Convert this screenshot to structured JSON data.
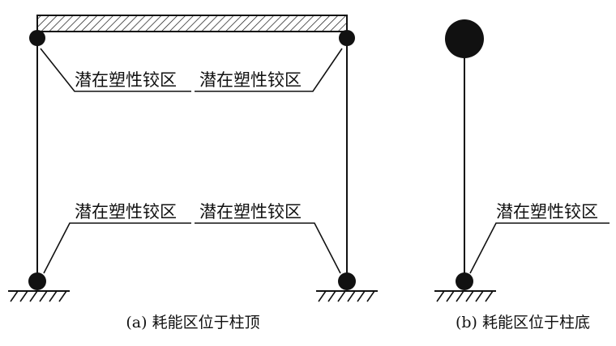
{
  "labels": {
    "frame_top_left": "潜在塑性铰区",
    "frame_top_right": "潜在塑性铰区",
    "frame_bottom_left": "潜在塑性铰区",
    "frame_bottom_right": "潜在塑性铰区",
    "cantilever_base": "潜在塑性铰区"
  },
  "captions": {
    "a": "(a) 耗能区位于柱顶",
    "b": "(b) 耗能区位于柱底"
  },
  "colors": {
    "line": "#111111",
    "background": "#ffffff"
  }
}
